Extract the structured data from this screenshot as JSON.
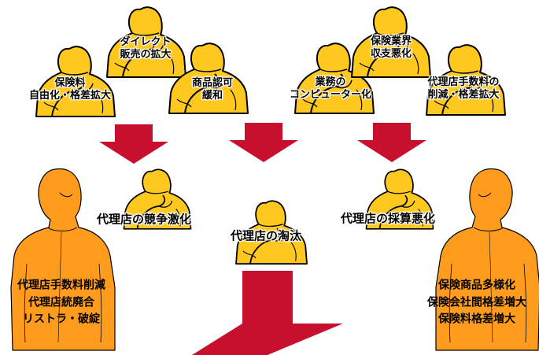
{
  "colors": {
    "figure_yellow": "#FFC81E",
    "figure_orange": "#FF9C1E",
    "outline": "#000000",
    "arrow_red": "#C8102E",
    "background": "#FFFFFF"
  },
  "factors_left": {
    "f1": [
      "保険料",
      "自由化・格差拡大"
    ],
    "f2": [
      "ダイレクト",
      "販売の拡大"
    ],
    "f3": [
      "商品認可",
      "緩和"
    ]
  },
  "factors_right": {
    "f1": [
      "業務の",
      "コンピューター化"
    ],
    "f2": [
      "保険業界",
      "収支悪化"
    ],
    "f3": [
      "代理店手数料の",
      "削減・格差拡大"
    ]
  },
  "outcomes": {
    "competition": "代理店の競争激化",
    "elimination": "代理店の淘汰",
    "profitability": "代理店の採算悪化"
  },
  "results_left": [
    "代理店手数料削減",
    "代理店統廃合",
    "リストラ・破綻"
  ],
  "results_right": [
    "保険商品多様化",
    "保険会社間格差増大",
    "保険料格差増大"
  ],
  "icons": [
    "person-thinking-icon",
    "person-looking-up-icon",
    "down-arrow-icon"
  ]
}
